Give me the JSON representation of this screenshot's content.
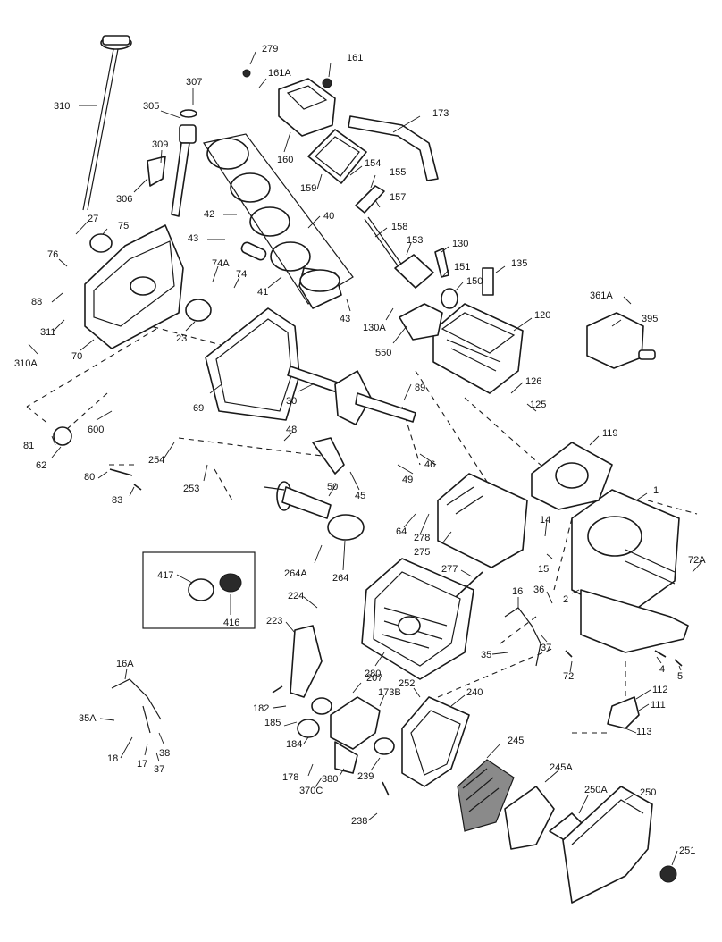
{
  "callouts": [
    "310",
    "307",
    "305",
    "309",
    "306",
    "279",
    "161A",
    "161",
    "160",
    "173",
    "159",
    "154",
    "155",
    "157",
    "42",
    "40",
    "43",
    "41",
    "43",
    "158",
    "153",
    "130",
    "151",
    "150",
    "135",
    "130A",
    "550",
    "120",
    "361A",
    "395",
    "27",
    "75",
    "76",
    "88",
    "74A",
    "74",
    "311",
    "310A",
    "70",
    "23",
    "69",
    "30",
    "89",
    "126",
    "125",
    "119",
    "1",
    "81",
    "600",
    "62",
    "254",
    "80",
    "83",
    "253",
    "48",
    "45",
    "46",
    "49",
    "50",
    "264A",
    "264",
    "278",
    "64",
    "275",
    "14",
    "15",
    "2",
    "72A",
    "277",
    "36",
    "16",
    "37",
    "35",
    "72",
    "4",
    "5",
    "112",
    "111",
    "113",
    "417",
    "416",
    "224",
    "223",
    "280",
    "207",
    "173B",
    "252",
    "240",
    "245",
    "182",
    "185",
    "184",
    "16A",
    "35A",
    "18",
    "17",
    "38",
    "37",
    "178",
    "370C",
    "380",
    "239",
    "245A",
    "250A",
    "250",
    "238",
    "251"
  ]
}
